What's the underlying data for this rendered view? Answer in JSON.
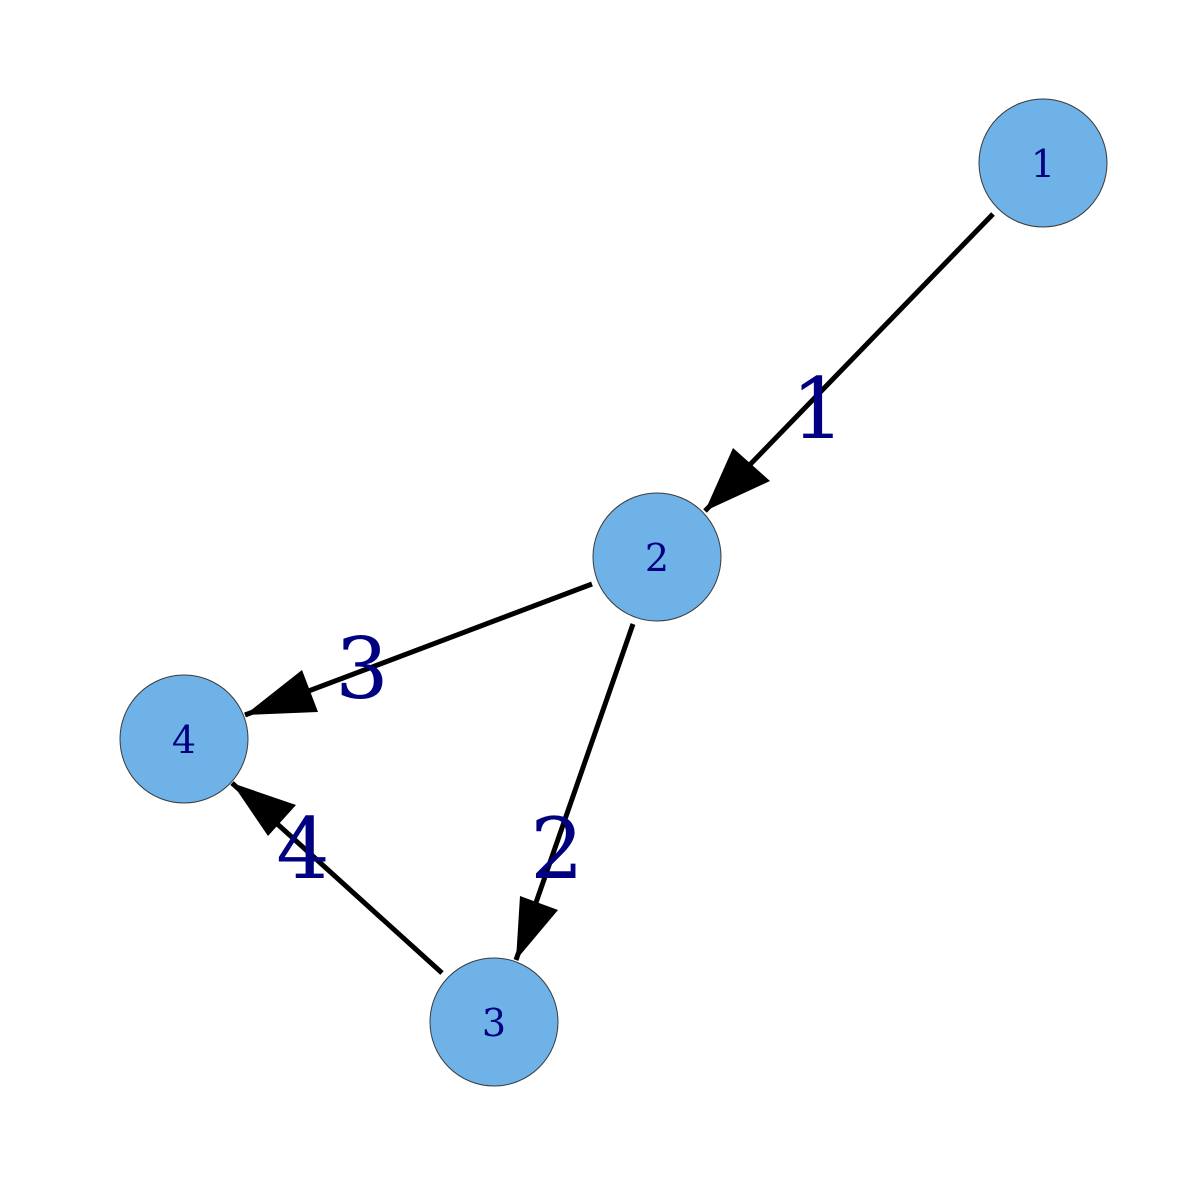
{
  "graph": {
    "directed": true,
    "nodes": [
      {
        "id": "1",
        "label": "1"
      },
      {
        "id": "2",
        "label": "2"
      },
      {
        "id": "3",
        "label": "3"
      },
      {
        "id": "4",
        "label": "4"
      }
    ],
    "edges": [
      {
        "from": "1",
        "to": "2",
        "label": "1"
      },
      {
        "from": "2",
        "to": "3",
        "label": "2"
      },
      {
        "from": "2",
        "to": "4",
        "label": "3"
      },
      {
        "from": "3",
        "to": "4",
        "label": "4"
      }
    ]
  },
  "colors": {
    "node_fill": "#6EB2E8",
    "node_stroke": "#3A3A3A",
    "node_label": "#000080",
    "edge_stroke": "#000000",
    "edge_label": "#000080"
  }
}
